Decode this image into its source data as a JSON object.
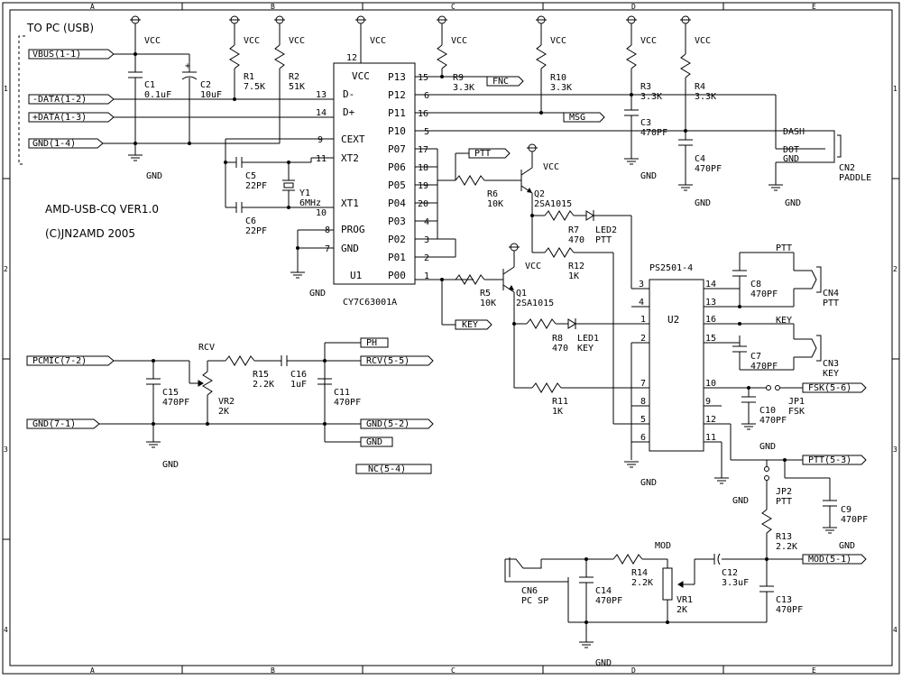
{
  "border": {
    "cols": [
      "A",
      "B",
      "C",
      "D",
      "E"
    ],
    "rows": [
      "1",
      "2",
      "3",
      "4"
    ]
  },
  "notes": {
    "to_pc": "TO PC (USB)",
    "title": "AMD-USB-CQ VER1.0",
    "copyright": "(C)JN2AMD 2005"
  },
  "power": {
    "vcc": "VCC",
    "gnd": "GND"
  },
  "u1": {
    "ref": "U1",
    "part": "CY7C63001A",
    "left_pins": [
      {
        "num": "12",
        "name": "VCC"
      },
      {
        "num": "13",
        "name": "D-"
      },
      {
        "num": "14",
        "name": "D+"
      },
      {
        "num": "9",
        "name": "CEXT"
      },
      {
        "num": "11",
        "name": "XT2"
      },
      {
        "num": "10",
        "name": "XT1"
      },
      {
        "num": "8",
        "name": "PROG"
      },
      {
        "num": "7",
        "name": "GND"
      }
    ],
    "right_pins": [
      {
        "num": "15",
        "name": "P13"
      },
      {
        "num": "6",
        "name": "P12"
      },
      {
        "num": "16",
        "name": "P11"
      },
      {
        "num": "5",
        "name": "P10"
      },
      {
        "num": "17",
        "name": "P07"
      },
      {
        "num": "18",
        "name": "P06"
      },
      {
        "num": "19",
        "name": "P05"
      },
      {
        "num": "20",
        "name": "P04"
      },
      {
        "num": "4",
        "name": "P03"
      },
      {
        "num": "3",
        "name": "P02"
      },
      {
        "num": "2",
        "name": "P01"
      },
      {
        "num": "1",
        "name": "P00"
      }
    ]
  },
  "u2": {
    "ref": "U2",
    "part": "PS2501-4",
    "left_pins": [
      "3",
      "4",
      "1",
      "2",
      "7",
      "8",
      "5",
      "6"
    ],
    "right_pins": [
      "14",
      "13",
      "16",
      "15",
      "10",
      "9",
      "12",
      "11"
    ]
  },
  "ports": {
    "vbus": "VBUS(1-1)",
    "data_minus": "-DATA(1-2)",
    "data_plus": "+DATA(1-3)",
    "gnd_usb": "GND(1-4)",
    "fnc": "FNC",
    "msg": "MSG",
    "ptt_top": "PTT",
    "key": "KEY",
    "pcmic": "PCMIC(7-2)",
    "gnd_mic": "GND(7-1)",
    "ph": "PH",
    "rcv": "RCV(5-5)",
    "gnd_5_2": "GND(5-2)",
    "gnd_plain": "GND",
    "nc": "NC(5-4)",
    "fsk": "FSK(5-6)",
    "ptt_5_3": "PTT(5-3)",
    "mod": "MOD(5-1)"
  },
  "components": {
    "c1": {
      "ref": "C1",
      "val": "0.1uF"
    },
    "c2": {
      "ref": "C2",
      "val": "10uF"
    },
    "r1": {
      "ref": "R1",
      "val": "7.5K"
    },
    "r2": {
      "ref": "R2",
      "val": "51K"
    },
    "r9": {
      "ref": "R9",
      "val": "3.3K"
    },
    "r10": {
      "ref": "R10",
      "val": "3.3K"
    },
    "r3": {
      "ref": "R3",
      "val": "3.3K"
    },
    "r4": {
      "ref": "R4",
      "val": "3.3K"
    },
    "c3": {
      "ref": "C3",
      "val": "470PF"
    },
    "c4": {
      "ref": "C4",
      "val": "470PF"
    },
    "c5": {
      "ref": "C5",
      "val": "22PF"
    },
    "c6": {
      "ref": "C6",
      "val": "22PF"
    },
    "y1": {
      "ref": "Y1",
      "val": "6MHz"
    },
    "r6": {
      "ref": "R6",
      "val": "10K"
    },
    "q2": {
      "ref": "Q2",
      "val": "2SA1015"
    },
    "r7": {
      "ref": "R7",
      "val": "470"
    },
    "led2": {
      "ref": "LED2",
      "val": "PTT"
    },
    "r12": {
      "ref": "R12",
      "val": "1K"
    },
    "r5": {
      "ref": "R5",
      "val": "10K"
    },
    "q1": {
      "ref": "Q1",
      "val": "2SA1015"
    },
    "r8": {
      "ref": "R8",
      "val": "470"
    },
    "led1": {
      "ref": "LED1",
      "val": "KEY"
    },
    "r11": {
      "ref": "R11",
      "val": "1K"
    },
    "c8": {
      "ref": "C8",
      "val": "470PF"
    },
    "c7": {
      "ref": "C7",
      "val": "470PF"
    },
    "c10": {
      "ref": "C10",
      "val": "470PF"
    },
    "c9": {
      "ref": "C9",
      "val": "470PF"
    },
    "r13": {
      "ref": "R13",
      "val": "2.2K"
    },
    "c12": {
      "ref": "C12",
      "val": "3.3uF"
    },
    "c13": {
      "ref": "C13",
      "val": "470PF"
    },
    "r14": {
      "ref": "R14",
      "val": "2.2K"
    },
    "vr1": {
      "ref": "VR1",
      "val": "2K"
    },
    "c14": {
      "ref": "C14",
      "val": "470PF"
    },
    "c15": {
      "ref": "C15",
      "val": "470PF"
    },
    "vr2": {
      "ref": "VR2",
      "val": "2K"
    },
    "r15": {
      "ref": "R15",
      "val": "2.2K"
    },
    "c16": {
      "ref": "C16",
      "val": "1uF"
    },
    "c11": {
      "ref": "C11",
      "val": "470PF"
    }
  },
  "connectors": {
    "cn2": {
      "ref": "CN2",
      "name": "PADDLE",
      "dash": "DASH",
      "dot": "DOT",
      "gnd": "GND"
    },
    "cn4": {
      "ref": "CN4",
      "name": "PTT",
      "label": "PTT"
    },
    "cn3": {
      "ref": "CN3",
      "name": "KEY",
      "label": "KEY"
    },
    "cn6": {
      "ref": "CN6",
      "name": "PC SP"
    },
    "jp1": {
      "ref": "JP1",
      "name": "FSK"
    },
    "jp2": {
      "ref": "JP2",
      "name": "PTT"
    }
  },
  "misc": {
    "rcv": "RCV",
    "mod": "MOD"
  }
}
